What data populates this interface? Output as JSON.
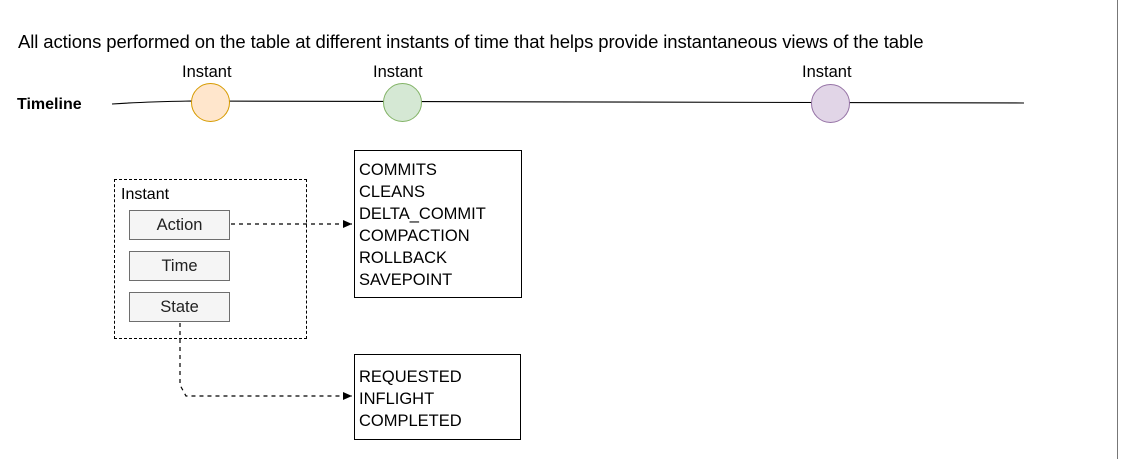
{
  "heading": "All actions performed on the table at different instants of time that helps provide instantaneous views of the table",
  "timeline": {
    "label": "Timeline",
    "instants": [
      {
        "label": "Instant",
        "fill": "#ffe6cc",
        "stroke": "#d79b00"
      },
      {
        "label": "Instant",
        "fill": "#d5e8d4",
        "stroke": "#82b366"
      },
      {
        "label": "Instant",
        "fill": "#e1d5e7",
        "stroke": "#9673a6"
      }
    ]
  },
  "instant_box": {
    "title": "Instant",
    "fields": [
      "Action",
      "Time",
      "State"
    ]
  },
  "actions_list": [
    "COMMITS",
    "CLEANS",
    "DELTA_COMMIT",
    "COMPACTION",
    "ROLLBACK",
    "SAVEPOINT"
  ],
  "states_list": [
    "REQUESTED",
    "INFLIGHT",
    "COMPLETED"
  ]
}
